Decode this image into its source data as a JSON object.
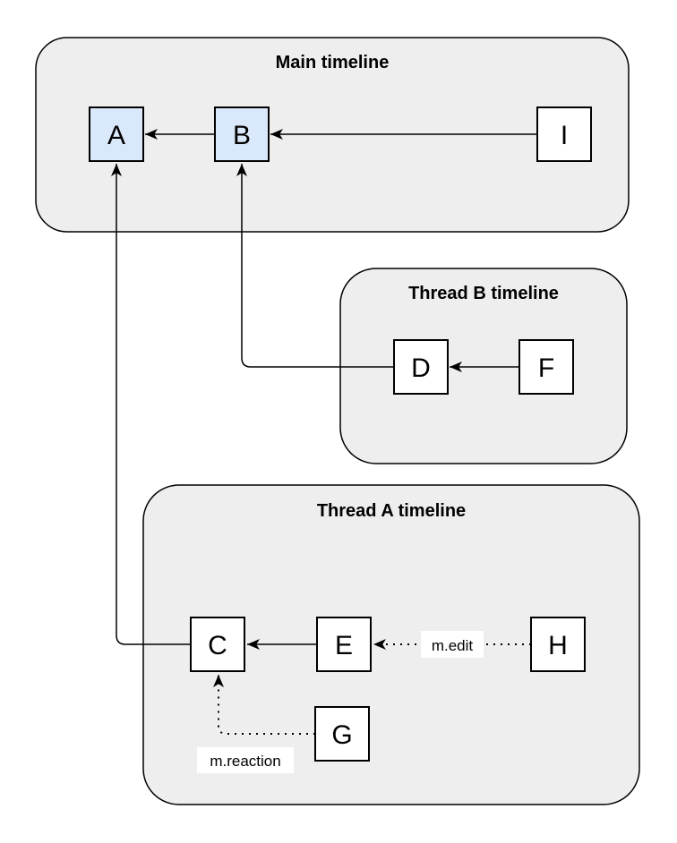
{
  "diagram": {
    "colors": {
      "container_fill": "#eeeeee",
      "container_stroke": "#000000",
      "node_fill": "#ffffff",
      "node_highlight_fill": "#dae8fc",
      "node_stroke": "#000000",
      "edge_color": "#000000",
      "label_bg": "#ffffff"
    },
    "containers": [
      {
        "title": "Main timeline"
      },
      {
        "title": "Thread B timeline"
      },
      {
        "title": "Thread A timeline"
      }
    ],
    "nodes": [
      {
        "label": "A"
      },
      {
        "label": "B"
      },
      {
        "label": "I"
      },
      {
        "label": "D"
      },
      {
        "label": "F"
      },
      {
        "label": "C"
      },
      {
        "label": "E"
      },
      {
        "label": "H"
      },
      {
        "label": "G"
      }
    ],
    "edge_labels": [
      {
        "text": "m.edit"
      },
      {
        "text": "m.reaction"
      }
    ]
  }
}
